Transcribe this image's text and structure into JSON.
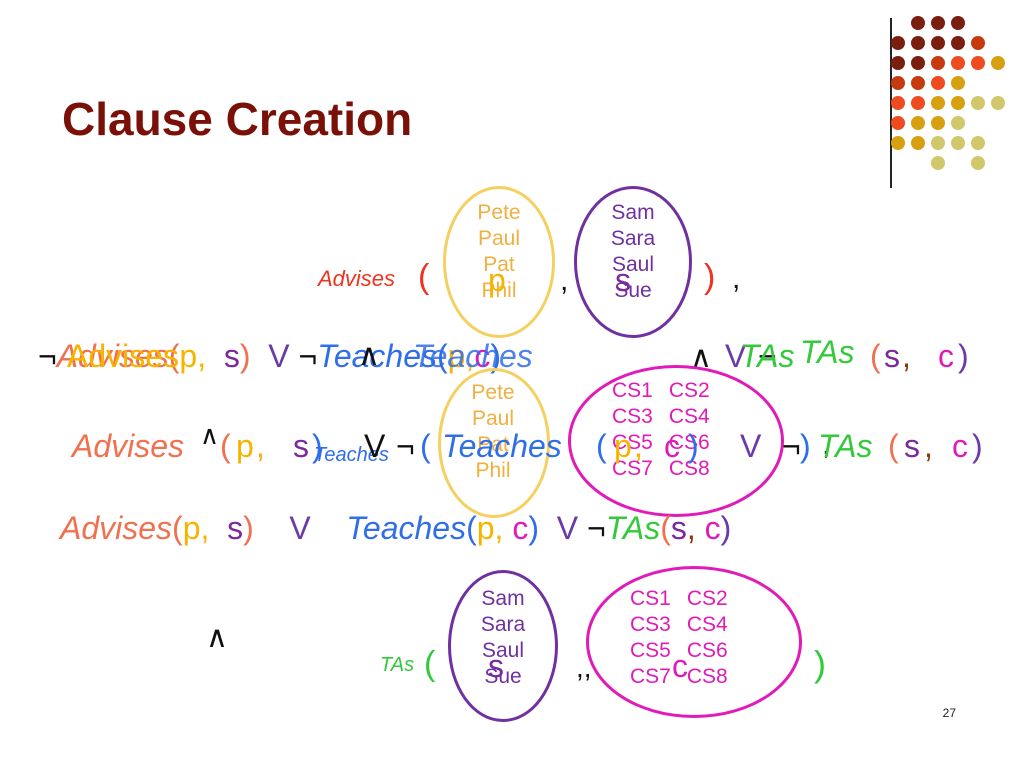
{
  "title": "Clause Creation",
  "slide_number": "27",
  "colors": {
    "title": "#7a1108",
    "advises": "#f0704f",
    "advises_paren": "#ee3322",
    "p": "#f6b400",
    "s": "#7a2a9a",
    "teaches": "#2f6ee8",
    "tas": "#33c93a",
    "c": "#e11bb8",
    "or": "#6a3aa8",
    "comma_tas": "#8b3a0a"
  },
  "decor_dot_colors": [
    "#7a1f10",
    "#c63a10",
    "#ee4b20",
    "#d6a010",
    "#d0c86a"
  ],
  "sets": {
    "professors": [
      "Pete",
      "Paul",
      "Pat",
      "Phil"
    ],
    "students": [
      "Sam",
      "Sara",
      "Saul",
      "Sue"
    ],
    "courses": [
      "CS1",
      "CS2",
      "CS3",
      "CS4",
      "CS5",
      "CS6",
      "CS7",
      "CS8"
    ]
  },
  "vars": {
    "p": "p",
    "s": "s",
    "c": "c"
  },
  "symbols": {
    "neg": "¬",
    "and": "∧",
    "or": "V",
    "comma": ",",
    "lparen": "(",
    "rparen": ")"
  },
  "predicates": {
    "advises": "Advises",
    "teaches": "Teaches",
    "tas": "TAs"
  },
  "row1": {
    "pred": "Advises",
    "lparen": "(",
    "comma1": ",",
    "rparen": ")",
    "comma2": ","
  },
  "row2": {
    "neg1": "¬",
    "pred1": "Advises",
    "lp1": "(",
    "p": "p",
    "comma1": ",",
    "s": "s",
    "rp1": ")",
    "or1": "V",
    "neg2": "¬",
    "pred2": "Teaches",
    "lp2": "(",
    "p2": "p",
    "comma2": ",",
    "c2": "c",
    "rp2": ")",
    "and": "∧",
    "or2": "V",
    "neg3": "¬",
    "pred3": "TAs",
    "lp3": "(",
    "s3": "s",
    "comma3": ",",
    "c3": "c",
    "rp3": ")"
  },
  "row3": {
    "pred1": "Advises",
    "lp1": "(",
    "p": "p",
    "comma1": ",",
    "s": "s",
    "rp1": ")",
    "and": "∧",
    "or1": "V",
    "neg2": "¬",
    "small_pred": "Teaches",
    "lp2": "(",
    "pred2": "Teaches",
    "lp2b": "(",
    "p2": "p",
    "comma2": ",",
    "c2": "c",
    "rp2": ")",
    "or2": "V",
    "neg3": "¬",
    "rp_extra": ")",
    "comma_extra": ",",
    "pred3": "TAs",
    "lp3": "(",
    "s3": "s",
    "comma3": ",",
    "c3": "c",
    "rp3": ")"
  },
  "row4": {
    "pred1": "Advises",
    "lp1": "(",
    "p": "p",
    "comma1": ",",
    "s": "s",
    "rp1": ")",
    "or1": "V",
    "pred2": "Teaches",
    "lp2": "(",
    "p2": "p",
    "comma2": ",",
    "c2": "c",
    "rp2": ")",
    "or2": "V",
    "neg3": "¬",
    "pred3": "TAs",
    "lp3": "(",
    "s3": "s",
    "comma3": ",",
    "c3": "c",
    "rp3": ")"
  },
  "row5": {
    "and": "∧",
    "pred": "TAs",
    "lparen": "(",
    "comma": ",,",
    "rparen": ")"
  },
  "overlay_labels": {
    "p": "p",
    "s": "s",
    "c": "c"
  }
}
